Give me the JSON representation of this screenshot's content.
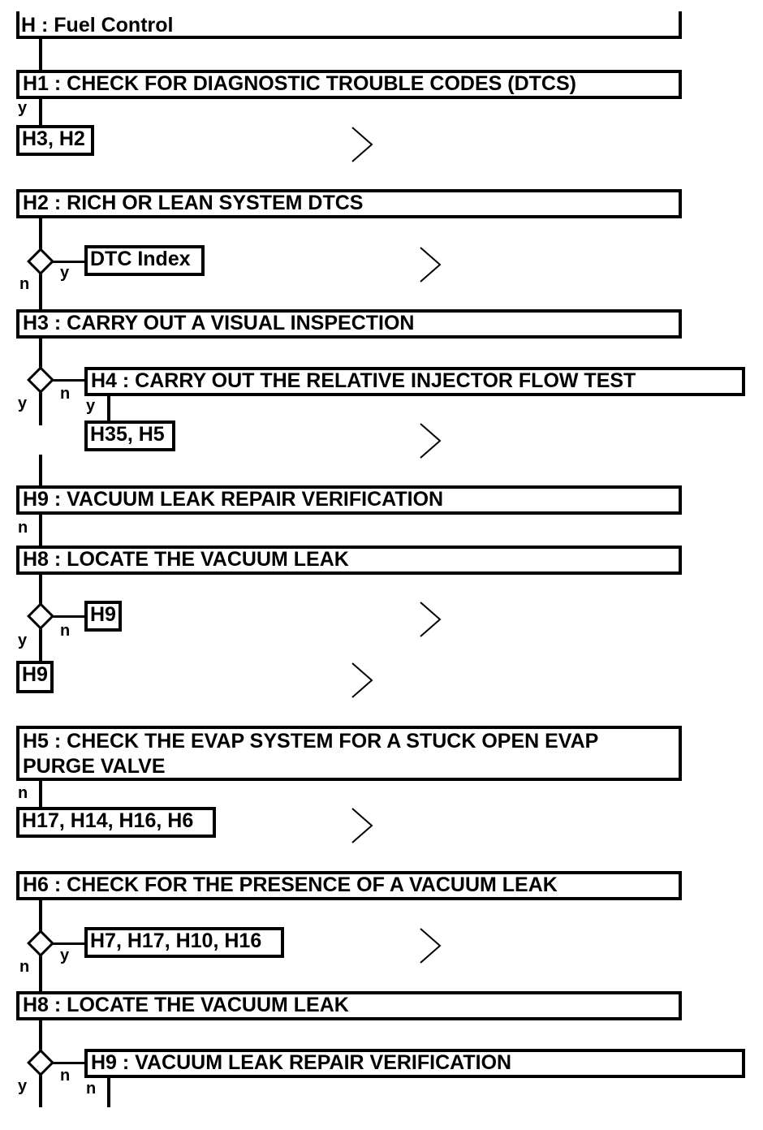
{
  "steps": {
    "h_title": "H : Fuel Control",
    "h1": "H1 : CHECK FOR DIAGNOSTIC TROUBLE CODES (DTCS)",
    "h1_ref": "H3, H2",
    "h2": "H2 : RICH OR LEAN SYSTEM DTCS",
    "h2_ref": "DTC Index",
    "h3": "H3 : CARRY OUT A VISUAL INSPECTION",
    "h4": "H4 : CARRY OUT THE RELATIVE INJECTOR FLOW TEST",
    "h4_ref": "H35, H5",
    "h9a": "H9 : VACUUM LEAK REPAIR VERIFICATION",
    "h8a": "H8 : LOCATE THE VACUUM LEAK",
    "h8a_ref_n": "H9",
    "h8a_ref_y": "H9",
    "h5": "H5 : CHECK THE EVAP SYSTEM FOR A STUCK OPEN EVAP PURGE VALVE",
    "h5_ref": "H17, H14, H16, H6",
    "h6": "H6 : CHECK FOR THE PRESENCE OF A VACUUM LEAK",
    "h6_ref": "H7, H17, H10, H16",
    "h8b": "H8 : LOCATE THE VACUUM LEAK",
    "h9b": "H9 : VACUUM LEAK REPAIR VERIFICATION"
  },
  "labels": {
    "yes": "y",
    "no": "n"
  },
  "icons": {
    "chevron": "chevron-right-icon",
    "decision": "decision-diamond-icon"
  },
  "colors": {
    "ink": "#000000",
    "paper": "#ffffff"
  }
}
